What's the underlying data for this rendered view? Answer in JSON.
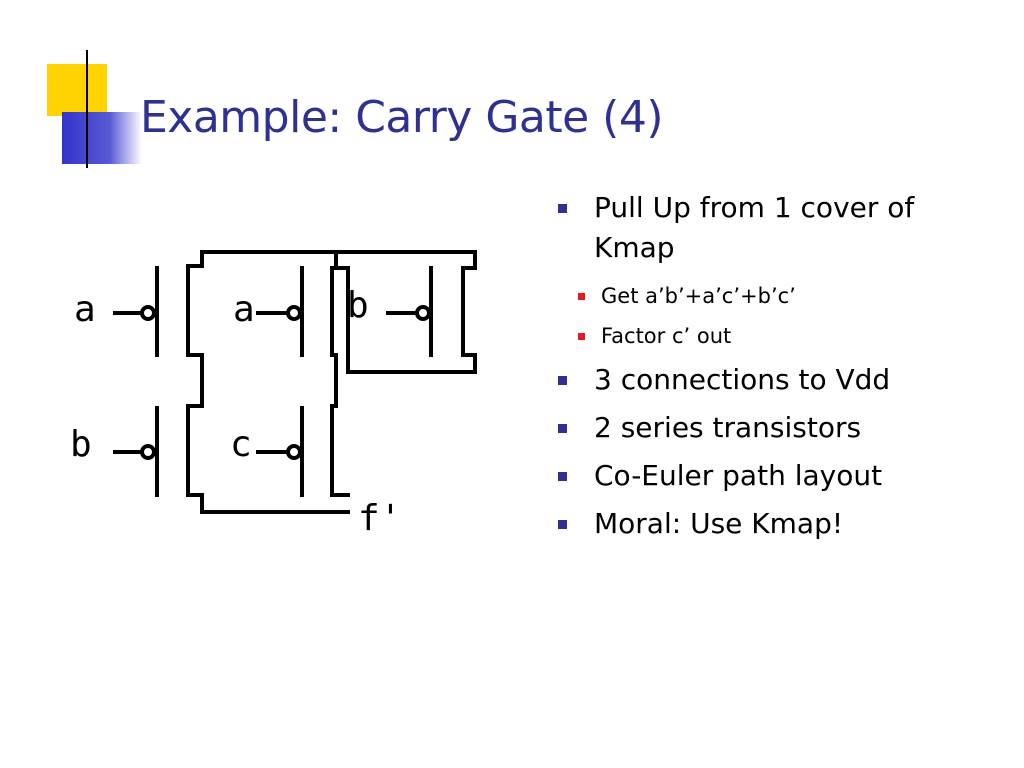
{
  "slide": {
    "title": "Example: Carry Gate (4)",
    "bullets": [
      {
        "text": "Pull Up from 1 cover of Kmap",
        "sub": [
          "Get a’b’+a’c’+b’c’",
          "Factor c’ out"
        ]
      },
      {
        "text": "3 connections to Vdd",
        "sub": []
      },
      {
        "text": "2 series transistors",
        "sub": []
      },
      {
        "text": "Co-Euler path layout",
        "sub": []
      },
      {
        "text": "Moral: Use Kmap!",
        "sub": []
      }
    ]
  },
  "circuit": {
    "input_a_left": "a",
    "input_a_mid": "a",
    "input_b_right": "b",
    "input_b_left": "b",
    "input_c": "c",
    "output": "f'"
  },
  "colors": {
    "title": "#2e3192",
    "bullet_level1": "#2e3192",
    "bullet_level2": "#e11b22",
    "deco_yellow": "#ffd200",
    "deco_blue": "#3333cc"
  }
}
